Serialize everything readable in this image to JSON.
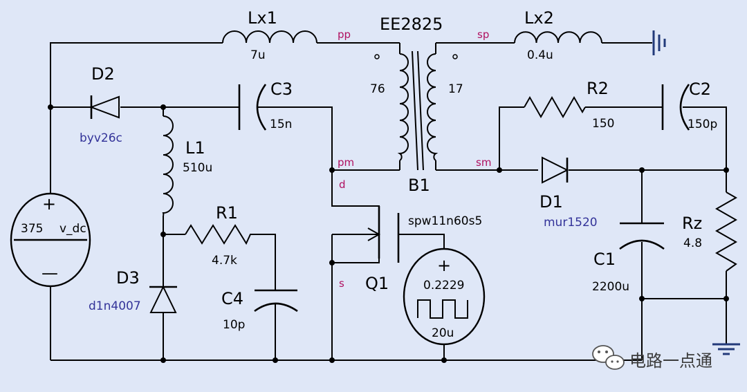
{
  "components": {
    "lx1": {
      "ref": "Lx1",
      "value": "7u"
    },
    "lx2": {
      "ref": "Lx2",
      "value": "0.4u"
    },
    "transformer": {
      "model": "EE2825",
      "ref": "B1",
      "primary_turns": "76",
      "secondary_turns": "17"
    },
    "d2": {
      "ref": "D2",
      "part": "byv26c"
    },
    "c3": {
      "ref": "C3",
      "value": "15n"
    },
    "l1": {
      "ref": "L1",
      "value": "510u"
    },
    "r1": {
      "ref": "R1",
      "value": "4.7k"
    },
    "d3": {
      "ref": "D3",
      "part": "d1n4007"
    },
    "c4": {
      "ref": "C4",
      "value": "10p"
    },
    "vdc": {
      "value": "375",
      "name": "v_dc",
      "plus": "+",
      "minus": "—"
    },
    "q1": {
      "ref": "Q1",
      "part": "spw11n60s5"
    },
    "pulse": {
      "value": "0.2229",
      "period": "20u",
      "plus": "+"
    },
    "r2": {
      "ref": "R2",
      "value": "150"
    },
    "c2": {
      "ref": "C2",
      "value": "150p"
    },
    "d1": {
      "ref": "D1",
      "part": "mur1520"
    },
    "c1": {
      "ref": "C1",
      "value": "2200u"
    },
    "rz": {
      "ref": "Rz",
      "value": "4.8"
    }
  },
  "pins": {
    "pp": "pp",
    "pm": "pm",
    "sp": "sp",
    "sm": "sm",
    "d": "d",
    "s": "s"
  },
  "watermark": {
    "text": "电路一点通",
    "icon": "wechat-icon"
  },
  "colors": {
    "background": "#dfe7f7",
    "wire": "#000000",
    "pin_label": "#b01060",
    "part_label": "#333399",
    "ground": "#223a7a"
  }
}
